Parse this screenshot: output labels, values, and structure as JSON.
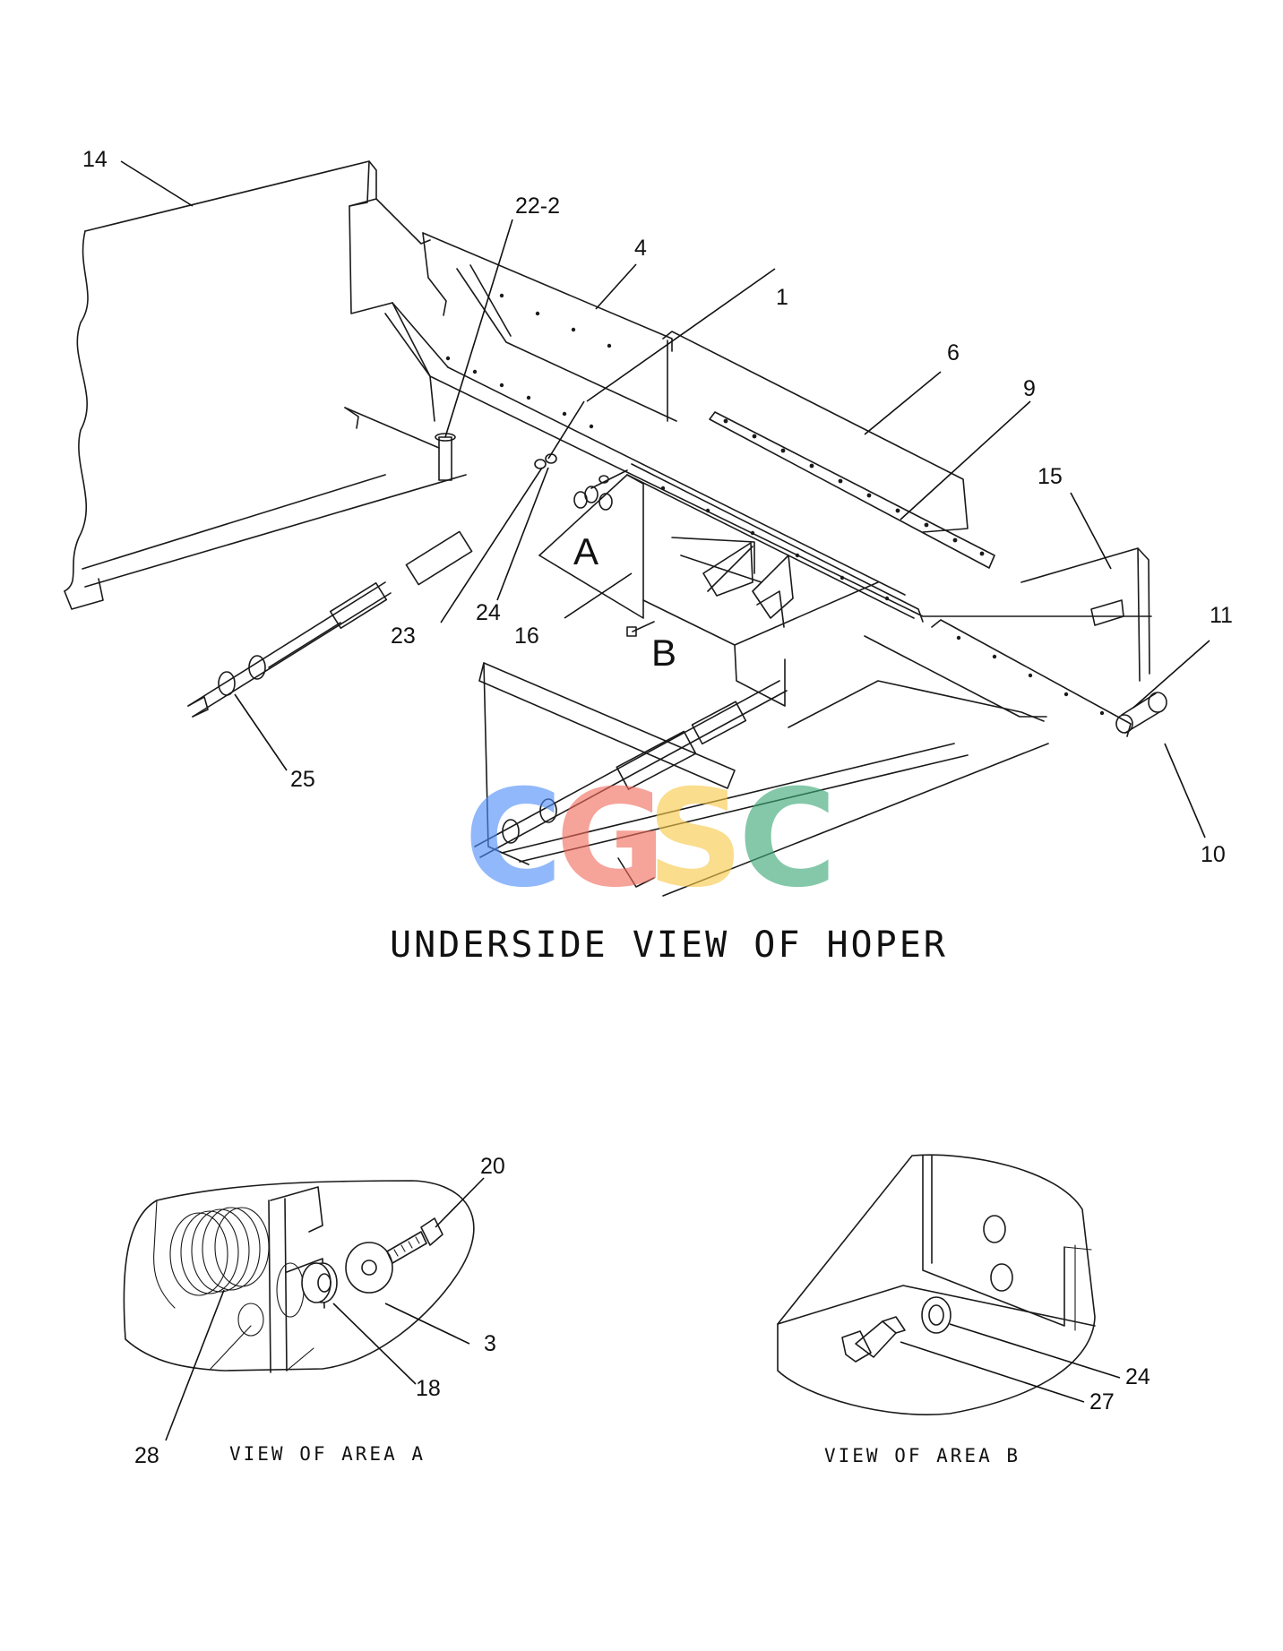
{
  "main_view": {
    "caption": "UNDERSIDE VIEW OF HOPER",
    "callouts": {
      "c1": "1",
      "c4": "4",
      "c6": "6",
      "c9": "9",
      "c10": "10",
      "c11": "11",
      "c14": "14",
      "c15": "15",
      "c16": "16",
      "c22": "22-2",
      "c23": "23",
      "c24": "24",
      "c25": "25"
    },
    "area_markers": {
      "a": "A",
      "b": "B"
    }
  },
  "view_a": {
    "caption": "VIEW OF AREA A",
    "callouts": {
      "c20": "20",
      "c3": "3",
      "c18": "18",
      "c28": "28"
    }
  },
  "view_b": {
    "caption": "VIEW OF AREA B",
    "callouts": {
      "c24": "24",
      "c27": "27"
    }
  },
  "watermark": {
    "letters": [
      "C",
      "G",
      "S",
      "C"
    ],
    "colors": [
      "#4f8ef7",
      "#f26b5b",
      "#f7c948",
      "#3aa876"
    ]
  }
}
